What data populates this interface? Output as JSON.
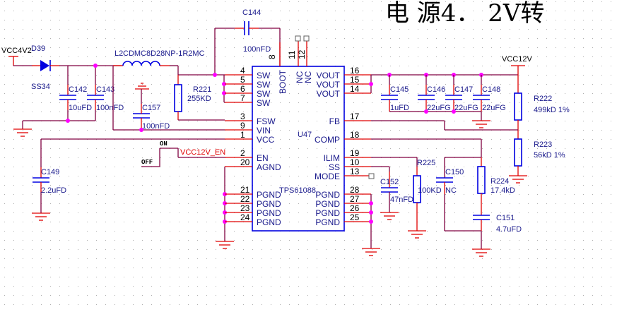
{
  "title": "电 源4． 2V转",
  "nets": {
    "vin": "VCC4V2",
    "vout": "VCC12V",
    "enable": "VCC12V_EN",
    "switch_on": "ON",
    "switch_off": "OFF"
  },
  "ic": {
    "ref": "U47",
    "part": "TPS61088",
    "left_pins": [
      {
        "num": "4",
        "name": "SW"
      },
      {
        "num": "5",
        "name": "SW"
      },
      {
        "num": "6",
        "name": "SW"
      },
      {
        "num": "7",
        "name": "SW"
      },
      {
        "num": "3",
        "name": "FSW"
      },
      {
        "num": "9",
        "name": "VIN"
      },
      {
        "num": "1",
        "name": "VCC"
      },
      {
        "num": "2",
        "name": "EN"
      },
      {
        "num": "20",
        "name": "AGND"
      },
      {
        "num": "21",
        "name": "PGND"
      },
      {
        "num": "22",
        "name": "PGND"
      },
      {
        "num": "23",
        "name": "PGND"
      },
      {
        "num": "24",
        "name": "PGND"
      }
    ],
    "right_pins": [
      {
        "num": "16",
        "name": "VOUT"
      },
      {
        "num": "15",
        "name": "VOUT"
      },
      {
        "num": "14",
        "name": "VOUT"
      },
      {
        "num": "17",
        "name": "FB"
      },
      {
        "num": "18",
        "name": "COMP"
      },
      {
        "num": "19",
        "name": "ILIM"
      },
      {
        "num": "10",
        "name": "SS"
      },
      {
        "num": "13",
        "name": "MODE"
      },
      {
        "num": "28",
        "name": "PGND"
      },
      {
        "num": "27",
        "name": "PGND"
      },
      {
        "num": "26",
        "name": "PGND"
      },
      {
        "num": "25",
        "name": "PGND"
      }
    ],
    "top_pins": [
      {
        "num": "8",
        "name": "BOOT"
      },
      {
        "num": "11",
        "name": "NC"
      },
      {
        "num": "12",
        "name": "NC"
      }
    ]
  },
  "components": {
    "D39": {
      "ref": "D39",
      "value": "SS34"
    },
    "L2": {
      "ref": "L2",
      "value": "CDMC8D28NP-1R2MC"
    },
    "C142": {
      "ref": "C142",
      "value": "10uFD"
    },
    "C143": {
      "ref": "C143",
      "value": "100nFD"
    },
    "C157": {
      "ref": "C157",
      "value": "100nFD"
    },
    "R221": {
      "ref": "R221",
      "value": "255KD"
    },
    "C144": {
      "ref": "C144",
      "value": "100nFD"
    },
    "C149": {
      "ref": "C149",
      "value": "2.2uFD"
    },
    "C145": {
      "ref": "C145",
      "value": "1uFD"
    },
    "C146": {
      "ref": "C146",
      "value": "22uFG"
    },
    "C147": {
      "ref": "C147",
      "value": "22uFG"
    },
    "C148": {
      "ref": "C148",
      "value": "22uFG"
    },
    "R222": {
      "ref": "R222",
      "value": "499kD 1%"
    },
    "R223": {
      "ref": "R223",
      "value": "56kD 1%"
    },
    "C152": {
      "ref": "C152",
      "value": "47nFD"
    },
    "R225": {
      "ref": "R225",
      "value": "100KD"
    },
    "C150": {
      "ref": "C150",
      "value": "NC"
    },
    "R224": {
      "ref": "R224",
      "value": "17.4kD"
    },
    "C151": {
      "ref": "C151",
      "value": "4.7uFD"
    }
  }
}
